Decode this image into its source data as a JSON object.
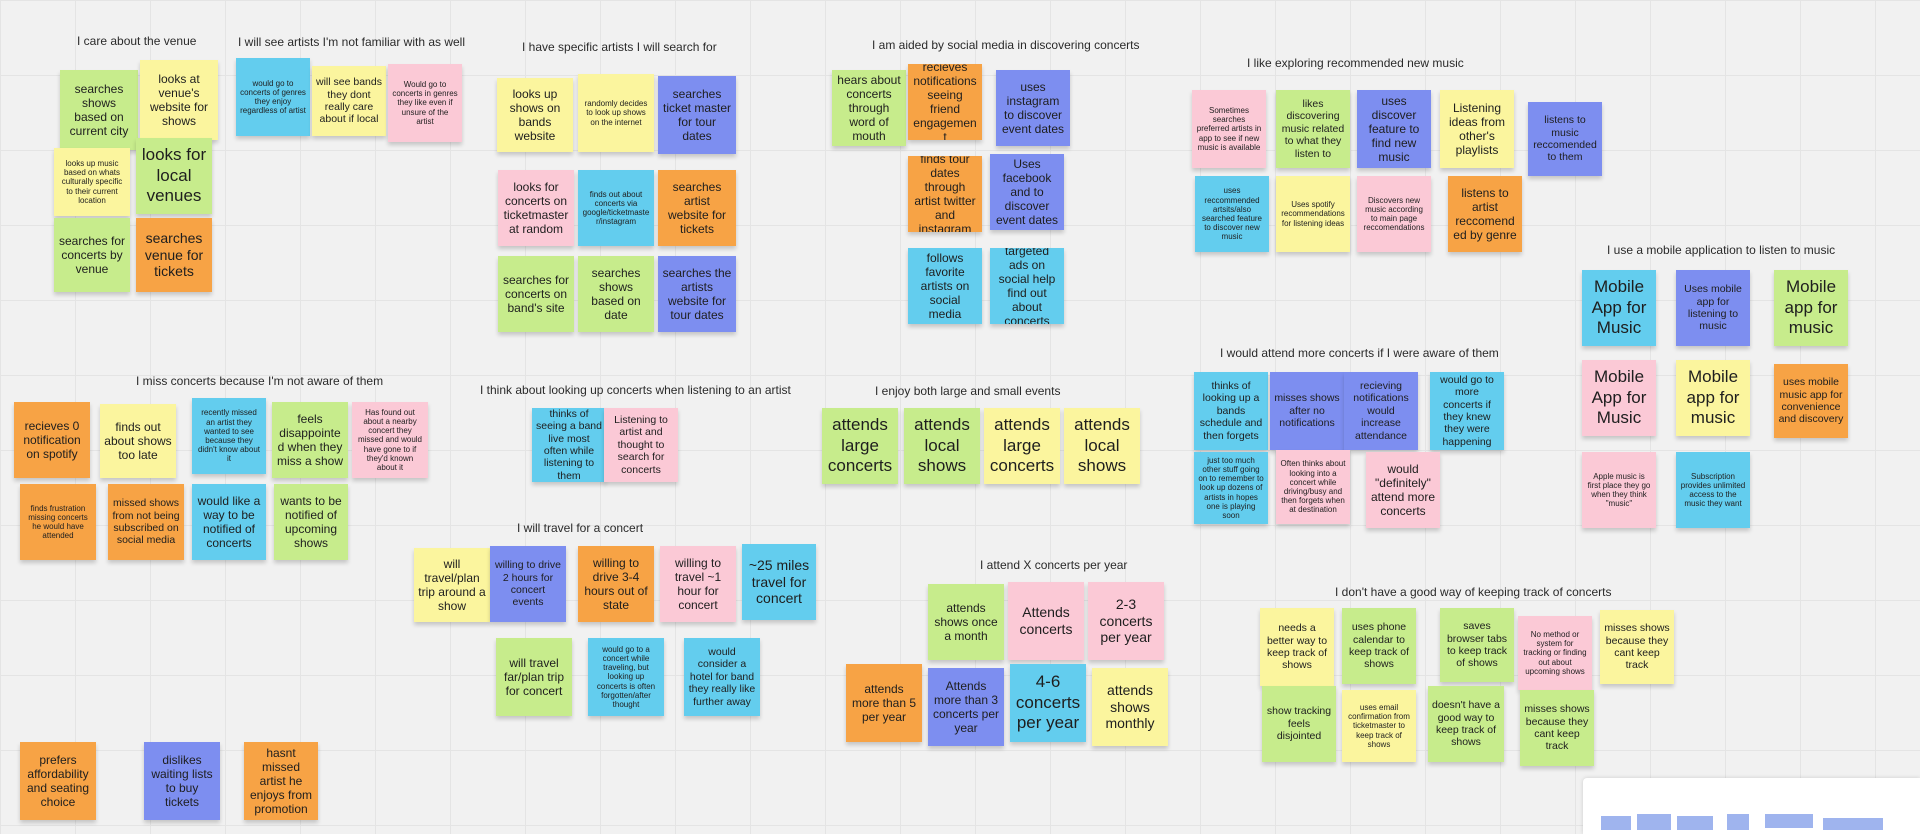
{
  "palette": {
    "blue": "#63cdee",
    "yellow": "#fbf59e",
    "pink": "#fbc9d6",
    "green": "#c7ec8c",
    "orange": "#f7a345",
    "purple": "#7d8ef0"
  },
  "clusters": [
    {
      "title": "I care about the venue",
      "notes": [
        {
          "text": "searches shows based on current city",
          "color": "green"
        },
        {
          "text": "looks at venue's website for shows",
          "color": "yellow"
        },
        {
          "text": "looks up music based on whats culturally specific to their current location",
          "color": "yellow"
        },
        {
          "text": "looks for local venues",
          "color": "green"
        },
        {
          "text": "searches for concerts by venue",
          "color": "green"
        },
        {
          "text": "searches venue for tickets",
          "color": "orange"
        }
      ]
    },
    {
      "title": "I will see artists I'm not familiar with as well",
      "notes": [
        {
          "text": "would go to concerts of genres they enjoy regardless of artist",
          "color": "blue"
        },
        {
          "text": "will see bands they dont really care about if local",
          "color": "yellow"
        },
        {
          "text": "Would go to concerts in genres they like even if unsure of the artist",
          "color": "pink"
        }
      ]
    },
    {
      "title": "I have specific artists I will search for",
      "notes": [
        {
          "text": "looks up shows on bands website",
          "color": "yellow"
        },
        {
          "text": "randomly decides to look up shows on the internet",
          "color": "yellow"
        },
        {
          "text": "searches ticket master for tour dates",
          "color": "purple"
        },
        {
          "text": "looks for concerts on ticketmaster at random",
          "color": "pink"
        },
        {
          "text": "finds out about concerts via google/ticketmaster/instagram",
          "color": "blue"
        },
        {
          "text": "searches artist website for tickets",
          "color": "orange"
        },
        {
          "text": "searches for concerts on band's site",
          "color": "green"
        },
        {
          "text": "searches shows based on date",
          "color": "green"
        },
        {
          "text": "searches the artists website for tour dates",
          "color": "purple"
        }
      ]
    },
    {
      "title": "I am aided by social media in discovering concerts",
      "notes": [
        {
          "text": "hears about concerts through word of mouth",
          "color": "green"
        },
        {
          "text": "recieves notifications seeing friend engagement",
          "color": "orange"
        },
        {
          "text": "uses instagram to discover event dates",
          "color": "purple"
        },
        {
          "text": "finds tour dates through artist twitter and instagram",
          "color": "orange"
        },
        {
          "text": "Uses facebook and to discover event dates",
          "color": "purple"
        },
        {
          "text": "follows favorite artists on social media",
          "color": "blue"
        },
        {
          "text": "targeted ads on social help find out about concerts",
          "color": "blue"
        }
      ]
    },
    {
      "title": "I like exploring recommended new music",
      "notes": [
        {
          "text": "Sometimes searches preferred artists in app to see if new music is available",
          "color": "pink"
        },
        {
          "text": "likes discovering music related to what they listen to",
          "color": "green"
        },
        {
          "text": "uses discover feature to find new music",
          "color": "purple"
        },
        {
          "text": "Listening ideas from other's playlists",
          "color": "yellow"
        },
        {
          "text": "listens to music reccomended to them",
          "color": "purple"
        },
        {
          "text": "uses reccommended artsits/also searched feature to discover new music",
          "color": "blue"
        },
        {
          "text": "Uses spotify recommendations for listening ideas",
          "color": "yellow"
        },
        {
          "text": "Discovers new music according to main page reccomendations",
          "color": "pink"
        },
        {
          "text": "listens to artist reccomended by genre",
          "color": "orange"
        }
      ]
    },
    {
      "title": "I use a mobile application to listen to music",
      "notes": [
        {
          "text": "Mobile App for Music",
          "color": "blue"
        },
        {
          "text": "Uses mobile app for listening to music",
          "color": "purple"
        },
        {
          "text": "Mobile app for music",
          "color": "green"
        },
        {
          "text": "Mobile App for Music",
          "color": "pink"
        },
        {
          "text": "Mobile app for music",
          "color": "yellow"
        },
        {
          "text": "uses mobile music app for convenience and discovery",
          "color": "orange"
        },
        {
          "text": "Apple music is first place they go when they think \"music\"",
          "color": "pink"
        },
        {
          "text": "Subscription provides unlimited access to the music they want",
          "color": "blue"
        }
      ]
    },
    {
      "title": "I miss concerts because I'm not aware of them",
      "notes": [
        {
          "text": "recieves 0 notification on spotify",
          "color": "orange"
        },
        {
          "text": "finds out about shows too late",
          "color": "yellow"
        },
        {
          "text": "recently missed an artist they wanted to see because they didn't know about it",
          "color": "blue"
        },
        {
          "text": "feels disappointed when they miss a show",
          "color": "green"
        },
        {
          "text": "Has found out about a nearby concert they missed and would have gone to if they'd known about it",
          "color": "pink"
        },
        {
          "text": "finds frustration missing concerts he would have attended",
          "color": "orange"
        },
        {
          "text": "missed shows from not being subscribed on social media",
          "color": "orange"
        },
        {
          "text": "would like a way to be notified of concerts",
          "color": "blue"
        },
        {
          "text": "wants to be notified of upcoming shows",
          "color": "green"
        }
      ]
    },
    {
      "title": "I think about looking up concerts when listening to an artist",
      "notes": [
        {
          "text": "thinks of seeing a band live most often while listening to them",
          "color": "blue"
        },
        {
          "text": "Listening to artist and thought to search for concerts",
          "color": "pink"
        }
      ]
    },
    {
      "title": "I enjoy both large and small events",
      "notes": [
        {
          "text": "attends large concerts",
          "color": "green"
        },
        {
          "text": "attends local shows",
          "color": "green"
        },
        {
          "text": "attends large concerts",
          "color": "yellow"
        },
        {
          "text": "attends local shows",
          "color": "yellow"
        }
      ]
    },
    {
      "title": "I would attend more concerts if I were aware of them",
      "notes": [
        {
          "text": "thinks of looking up a bands schedule and then forgets",
          "color": "blue"
        },
        {
          "text": "misses shows after no notifications",
          "color": "purple"
        },
        {
          "text": "recieving notifications would increase attendance",
          "color": "purple"
        },
        {
          "text": "would go to more concerts if they knew they were happening",
          "color": "blue"
        },
        {
          "text": "just too much other stuff going on to remember to look up dozens of artists in hopes one is playing soon",
          "color": "blue"
        },
        {
          "text": "Often thinks about looking into a concert while driving/busy and then forgets when at destination",
          "color": "pink"
        },
        {
          "text": "would \"definitely\" attend more concerts",
          "color": "pink"
        }
      ]
    },
    {
      "title": "I will travel for a concert",
      "notes": [
        {
          "text": "will travel/plan trip around a show",
          "color": "yellow"
        },
        {
          "text": "willing to drive 2 hours for concert events",
          "color": "purple"
        },
        {
          "text": "willing to drive 3-4 hours out of state",
          "color": "orange"
        },
        {
          "text": "willing to travel ~1 hour for concert",
          "color": "pink"
        },
        {
          "text": "~25 miles travel for concert",
          "color": "blue"
        },
        {
          "text": "will travel far/plan trip for concert",
          "color": "green"
        },
        {
          "text": "would go to a concert while traveling, but looking up concerts is often forgotten/after thought",
          "color": "blue"
        },
        {
          "text": "would consider a hotel for band they really like further away",
          "color": "blue"
        }
      ]
    },
    {
      "title": "I attend X concerts per year",
      "notes": [
        {
          "text": "attends shows once a month",
          "color": "green"
        },
        {
          "text": "Attends concerts",
          "color": "pink"
        },
        {
          "text": "2-3 concerts per year",
          "color": "pink"
        },
        {
          "text": "attends more than 5 per year",
          "color": "orange"
        },
        {
          "text": "Attends more than 3 concerts per year",
          "color": "purple"
        },
        {
          "text": "4-6 concerts per year",
          "color": "blue"
        },
        {
          "text": "attends shows monthly",
          "color": "yellow"
        }
      ]
    },
    {
      "title": "I don't have a good way of keeping track of concerts",
      "notes": [
        {
          "text": "needs a better way to keep track of shows",
          "color": "yellow"
        },
        {
          "text": "uses phone calendar to keep track of shows",
          "color": "green"
        },
        {
          "text": "saves browser tabs to keep track of shows",
          "color": "green"
        },
        {
          "text": "No method or system for tracking or finding out about upcoming shows",
          "color": "pink"
        },
        {
          "text": "misses shows because they cant keep track",
          "color": "yellow"
        },
        {
          "text": "show tracking feels disjointed",
          "color": "green"
        },
        {
          "text": "uses email confirmation from ticketmaster to keep track of shows",
          "color": "yellow"
        },
        {
          "text": "doesn't have a good way to keep track of shows",
          "color": "green"
        },
        {
          "text": "misses shows because they cant keep track",
          "color": "green"
        }
      ]
    },
    {
      "title": "",
      "notes": [
        {
          "text": "prefers affordability and seating choice",
          "color": "orange"
        },
        {
          "text": "dislikes waiting lists to buy tickets",
          "color": "purple"
        },
        {
          "text": "hasnt missed artist he enjoys from promotion",
          "color": "orange"
        }
      ]
    }
  ]
}
